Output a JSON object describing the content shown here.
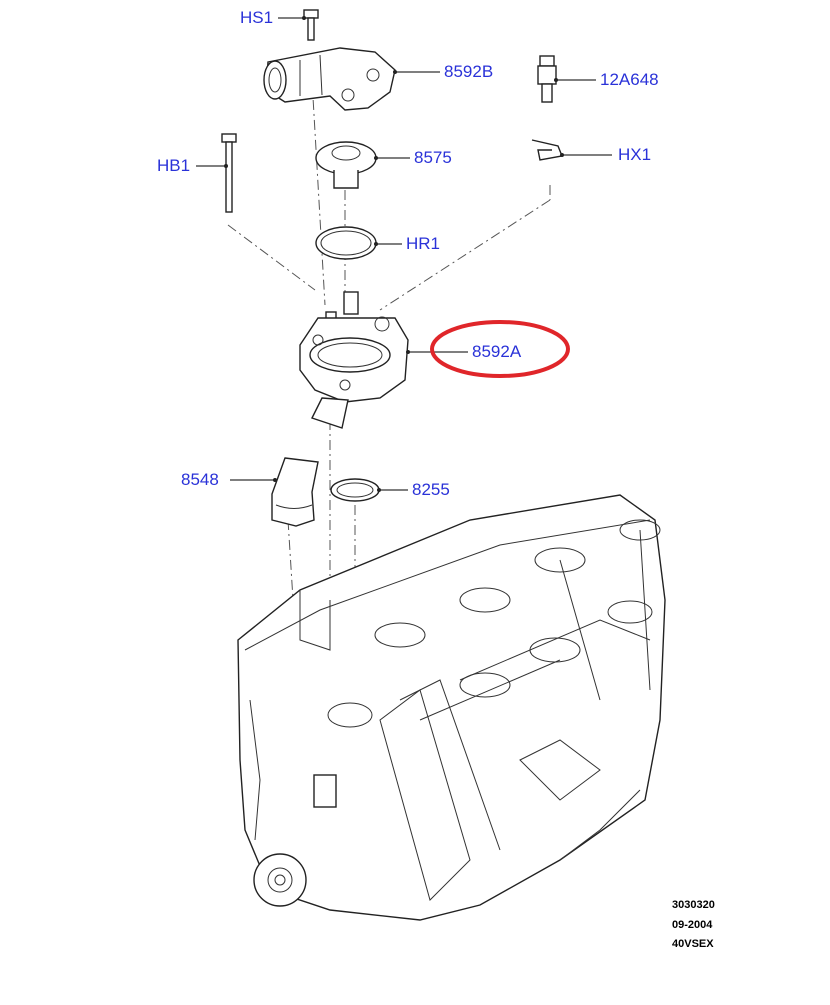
{
  "labels": {
    "hs1": "HS1",
    "b8592": "8592B",
    "a12648": "12A648",
    "hb1": "HB1",
    "p8575": "8575",
    "hx1": "HX1",
    "hr1": "HR1",
    "a8592": "8592A",
    "p8548": "8548",
    "p8255": "8255"
  },
  "meta": {
    "code": "3030320",
    "date": "09-2004",
    "model": "40VSEX"
  },
  "highlight_color": "#e0262a",
  "label_color": "#2a32d8"
}
